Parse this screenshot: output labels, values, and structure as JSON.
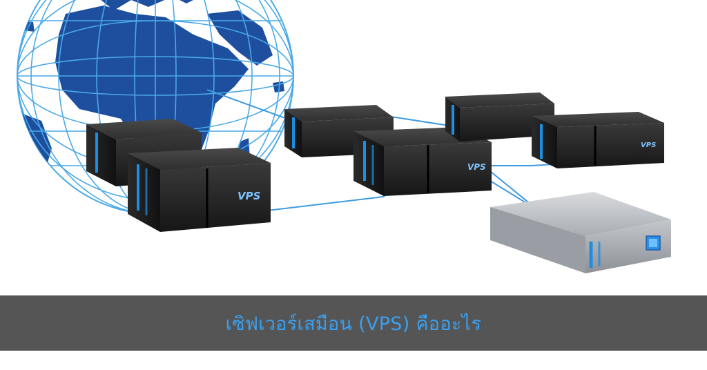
{
  "caption": {
    "text": "เซิฟเวอร์เสมือน (VPS) คืออะไร"
  },
  "server_labels": {
    "front_left": "VPS",
    "middle": "VPS",
    "right": "VPS"
  },
  "colors": {
    "caption_bar": "#555555",
    "caption_text": "#3aa0f0",
    "globe_ocean": "#ffffff",
    "globe_land": "#1d4f9e",
    "globe_grid": "#4aa9e8",
    "network_line": "#3d9be0",
    "server_body": "#2a2a2a",
    "server_accent": "#1e8fe0",
    "physical_server": "#b8bcc2"
  },
  "icons": {
    "globe": "world-globe",
    "server": "rack-server"
  }
}
